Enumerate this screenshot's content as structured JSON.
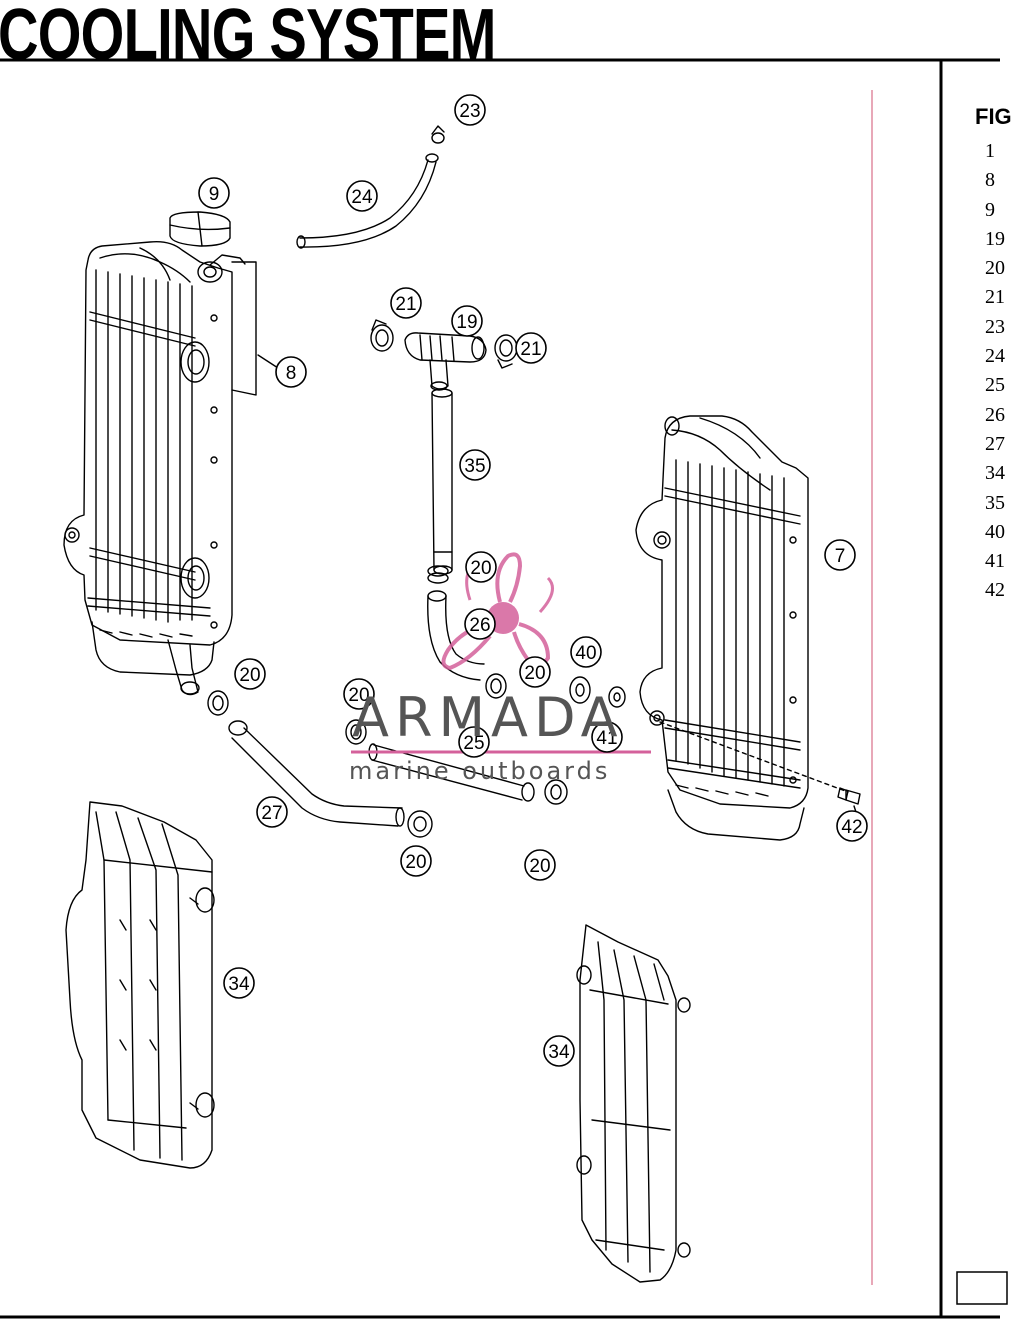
{
  "title": "COOLING SYSTEM",
  "watermark": {
    "name": "ARMADA",
    "subtitle": "marine outboards",
    "accent_color": "#d4619b"
  },
  "callouts": [
    "23",
    "24",
    "9",
    "8",
    "21",
    "19",
    "21",
    "35",
    "20",
    "26",
    "20",
    "40",
    "41",
    "20",
    "20",
    "25",
    "27",
    "20",
    "20",
    "7",
    "42",
    "34",
    "34"
  ],
  "side_panel": {
    "header": "FIG",
    "items": [
      "1",
      "8",
      "9",
      "19",
      "20",
      "21",
      "23",
      "24",
      "25",
      "26",
      "27",
      "34",
      "35",
      "40",
      "41",
      "42"
    ]
  },
  "colors": {
    "border": "#000000",
    "margin_line": "#e8a8b8",
    "drawing": "#000000"
  }
}
